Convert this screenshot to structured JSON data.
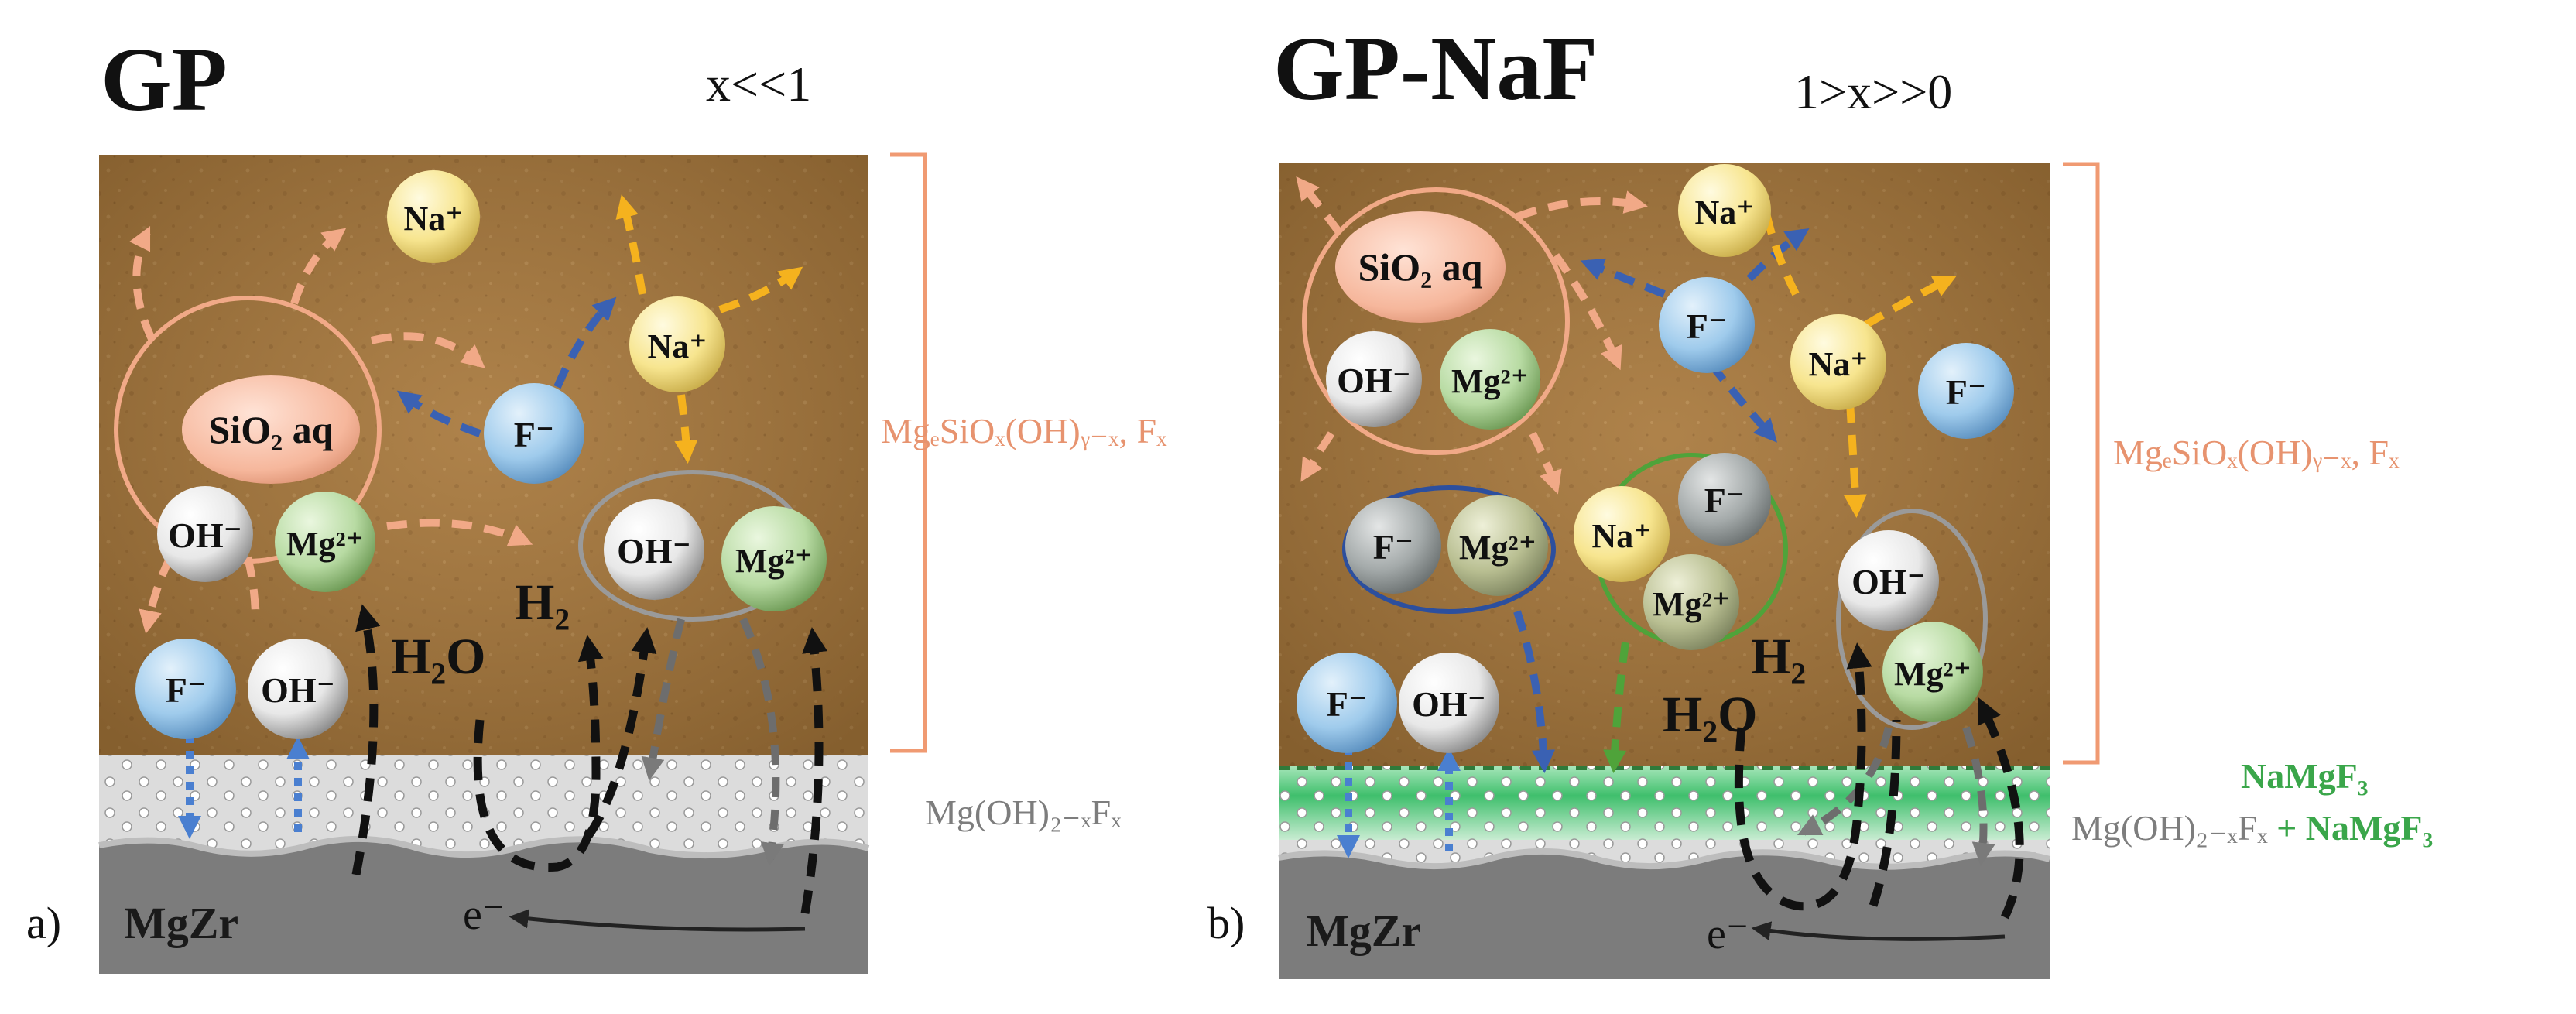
{
  "colors": {
    "sand": "#a87d45",
    "sand_dark": "#7a5526",
    "salmon": "#f1a987",
    "orange": "#f5b21e",
    "blue": "#3a61b3",
    "gray": "#7a7a7a",
    "green": "#4fa33a",
    "black": "#111111",
    "metal": "#7c7c7c",
    "layer_light": "#dcdcdc",
    "nammgf3_green": "#3fbf6c",
    "label_salmon": "#e7936f",
    "label_gray": "#7d7d7d",
    "label_green": "#3aa64a"
  },
  "panel_a": {
    "title": "GP",
    "condition": "x<<1",
    "letter": "a)",
    "substrate": "MgZr",
    "bracket_label": "MgₑSiOₓ(OH)ᵧ₋ₓ, Fₓ",
    "layer_label": "Mg(OH)₂₋ₓFₓ",
    "electron": "e⁻",
    "water": "H₂O",
    "hydrogen": "H₂",
    "ions": {
      "silica": "SiO₂ aq",
      "hydroxide": "OH⁻",
      "magnesium": "Mg²⁺",
      "fluoride": "F⁻",
      "sodium": "Na⁺"
    }
  },
  "panel_b": {
    "title": "GP-NaF",
    "condition": "1>x>>0",
    "letter": "b)",
    "substrate": "MgZr",
    "bracket_label": "MgₑSiOₓ(OH)ᵧ₋ₓ, Fₓ",
    "layer_label_top": "NaMgF₃",
    "layer_label_gray": "Mg(OH)₂₋ₓFₓ",
    "layer_label_plus": " + NaMgF₃",
    "electron": "e⁻",
    "water": "H₂O",
    "hydrogen": "H₂",
    "ions": {
      "silica": "SiO₂ aq",
      "hydroxide": "OH⁻",
      "magnesium": "Mg²⁺",
      "fluoride": "F⁻",
      "sodium": "Na⁺"
    }
  }
}
